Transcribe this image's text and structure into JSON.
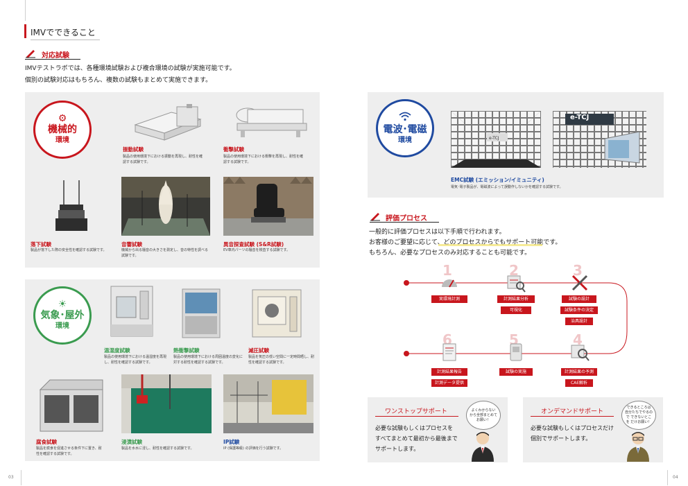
{
  "header": {
    "title": "IMVでできること"
  },
  "section1": {
    "title": "対応試験",
    "lead": [
      "IMVテストラボでは、各種環境試験および複合環境の試験が実施可能です。",
      "個別の試験対応はもちろん、複数の試験もまとめて実施できます。"
    ]
  },
  "mechanical": {
    "badge_name": "機械的",
    "badge_sub": "環境",
    "items": [
      {
        "title": "振動試験",
        "desc": "製品の使用環境下における振動を再現し、耐性を確認する試験です。"
      },
      {
        "title": "衝撃試験",
        "desc": "製品の使用環境下における衝撃を再現し、耐性を確認する試験です。"
      },
      {
        "title": "落下試験",
        "desc": "製品が落下した際の安全性を確認する試験です。"
      },
      {
        "title": "音響試験",
        "desc": "機械から出る騒音の大きさを測定し、音の特性を調べる試験です。"
      },
      {
        "title": "異音探査試験 (S&R試験)",
        "desc": "EV車内パーツの騒音を検査する試験です。"
      }
    ]
  },
  "weather": {
    "badge_name": "気象･屋外",
    "badge_sub": "環境",
    "items": [
      {
        "title": "温湿度試験",
        "desc": "製品の使用環境下における温湿度を再現し、耐性を確認する試験です。"
      },
      {
        "title": "熱衝撃試験",
        "desc": "製品の使用環境下における周囲温度の変化に対する耐性を確認する試験です。"
      },
      {
        "title": "減圧試験",
        "desc": "製品を気圧の低い空間に一定時間晒し、耐性を確認する試験です。"
      },
      {
        "title": "腐食試験",
        "desc": "製品を腐食を促進させる条件下に置き、耐性を確認する試験です。"
      },
      {
        "title": "浸漬試験",
        "desc": "製品を水水に浸し、耐性を確認する試験です。"
      },
      {
        "title": "IP試験",
        "desc": "IP (保護等級) の評価を行う試験です。"
      }
    ]
  },
  "emc": {
    "badge_name": "電波･電磁",
    "badge_sub": "環境",
    "item_title": "EMC試験 (エミッション/イミュニティ)",
    "item_desc": "電気･電子製品が、電磁波によって誤動作しないかを確認する試験です。",
    "logo_text": "e-TCJ"
  },
  "process": {
    "title": "評価プロセス",
    "lead": [
      "一般的に評価プロセスは以下手順で行われます。",
      "お客様のご要望に応じて、どのプロセスからでもサポート可能です。",
      "もちろん、必要なプロセスのみ対応することも可能です。"
    ],
    "steps": [
      {
        "num": "1",
        "labels": [
          "実環境計測"
        ],
        "icon": "gauge-icon"
      },
      {
        "num": "2",
        "labels": [
          "計測結果分析",
          "可視化"
        ],
        "icon": "analysis-icon"
      },
      {
        "num": "3",
        "labels": [
          "試験の設計",
          "試験条件の決定",
          "治具設計"
        ],
        "icon": "tools-icon"
      },
      {
        "num": "4",
        "labels": [
          "計測結果の予測",
          "CAE解析"
        ],
        "icon": "prediction-icon"
      },
      {
        "num": "5",
        "labels": [
          "試験の実施"
        ],
        "icon": "device-icon"
      },
      {
        "num": "6",
        "labels": [
          "計測結果報告",
          "計測データ提供"
        ],
        "icon": "report-icon"
      }
    ]
  },
  "support": {
    "onestop": {
      "title": "ワンストップサポート",
      "text": [
        "必要な試験もしくはプロセスを",
        "すべてまとめて最初から最後まで",
        "サポートします。"
      ],
      "bubble": "よくわからない から全部まとめて お願い！"
    },
    "ondemand": {
      "title": "オンデマンドサポート",
      "text": [
        "必要な試験もしくはプロセスだけ",
        "個別でサポートします。"
      ],
      "bubble": "できるところは 自分たちでやるので できないとこを だけお願い！"
    }
  },
  "pages": {
    "left": "03",
    "right": "04"
  },
  "colors": {
    "accent": "#c8161d",
    "blue": "#1f4aa0",
    "green": "#3a9b4f",
    "panel": "#eeeeee"
  }
}
